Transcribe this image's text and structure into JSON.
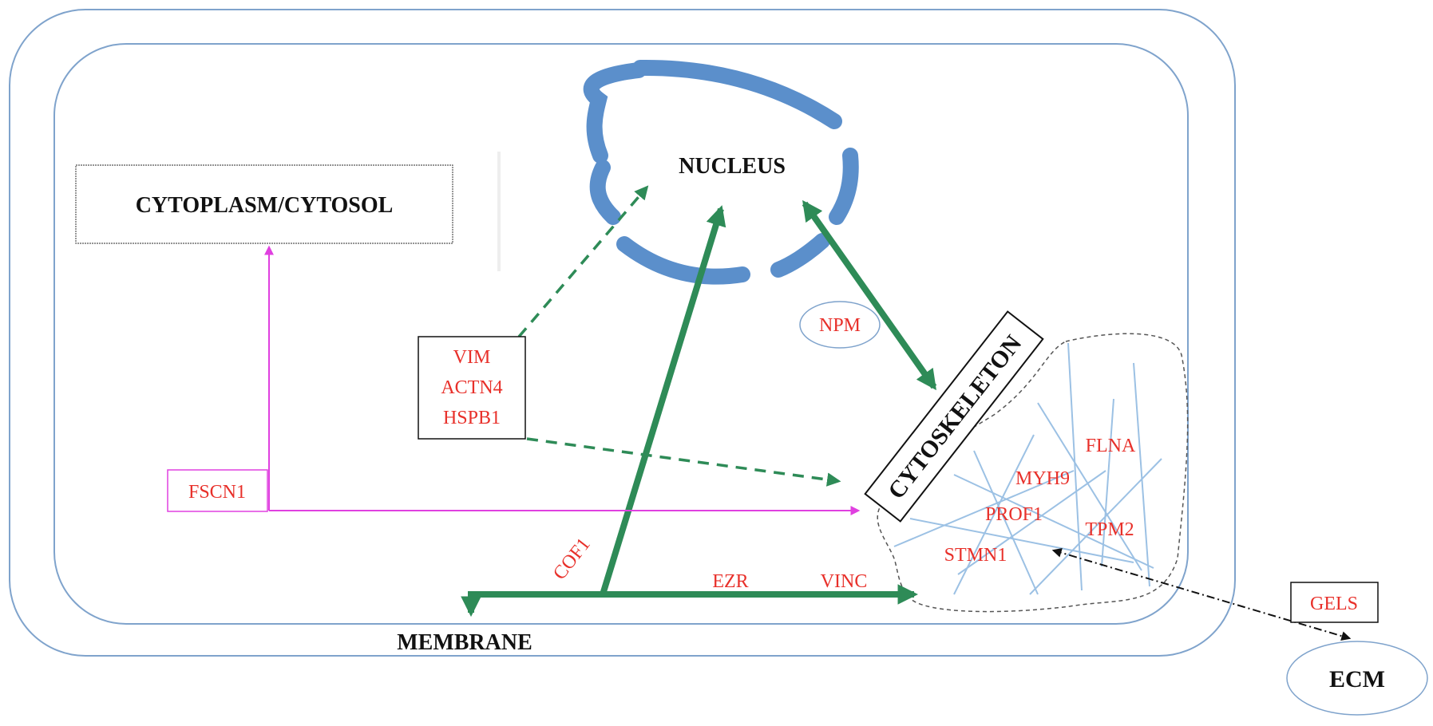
{
  "labels": {
    "nucleus": "NUCLEUS",
    "cytoplasm": "CYTOPLASM/CYTOSOL",
    "cytoskeleton": "CYTOSKELETON",
    "membrane": "MEMBRANE",
    "ecm": "ECM"
  },
  "proteins": {
    "vim": "VIM",
    "actn4": "ACTN4",
    "hspb1": "HSPB1",
    "fscn1": "FSCN1",
    "npm": "NPM",
    "cof1": "COF1",
    "ezr": "EZR",
    "vinc": "VINC",
    "flna": "FLNA",
    "myh9": "MYH9",
    "prof1": "PROF1",
    "tpm2": "TPM2",
    "stmn1": "STMN1",
    "gels": "GELS"
  },
  "colors": {
    "membrane_outline": "#7fa3cc",
    "nucleus_fill": "#5b8fcb",
    "arrow_green": "#2e8b57",
    "fscn1_magenta": "#e040e0",
    "protein_red": "#e8302a",
    "filament_blue": "#9cc1e4",
    "text_black": "#111111"
  }
}
